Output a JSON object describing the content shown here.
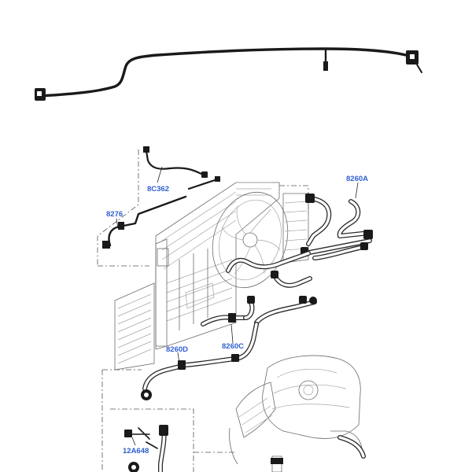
{
  "labels": {
    "p1": "8C362",
    "p2": "8276",
    "p3": "8260A",
    "p4": "8260D",
    "p5": "8260C",
    "p6": "12A648"
  }
}
